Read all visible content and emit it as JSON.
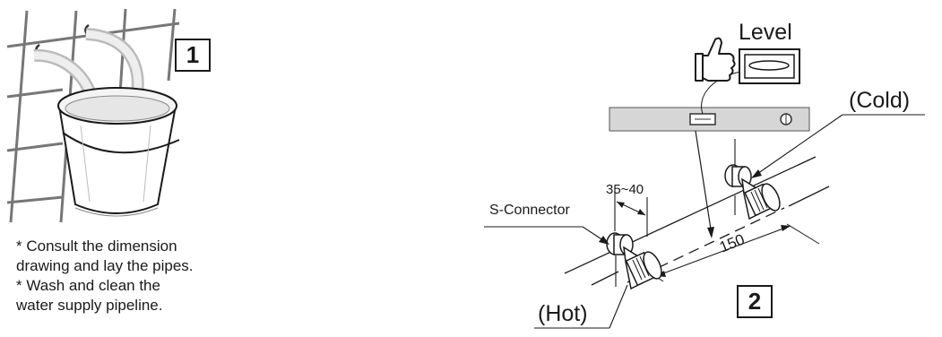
{
  "step1": {
    "number": "1",
    "notes": [
      "* Consult the dimension",
      "drawing and lay the pipes.",
      "* Wash and clean the",
      "water supply pipeline."
    ]
  },
  "step2": {
    "number": "2",
    "labels": {
      "level": "Level",
      "cold": "(Cold)",
      "hot": "(Hot)",
      "s_connector": "S-Connector",
      "gap_dimension": "35~40",
      "spacing_dimension": "150"
    }
  }
}
